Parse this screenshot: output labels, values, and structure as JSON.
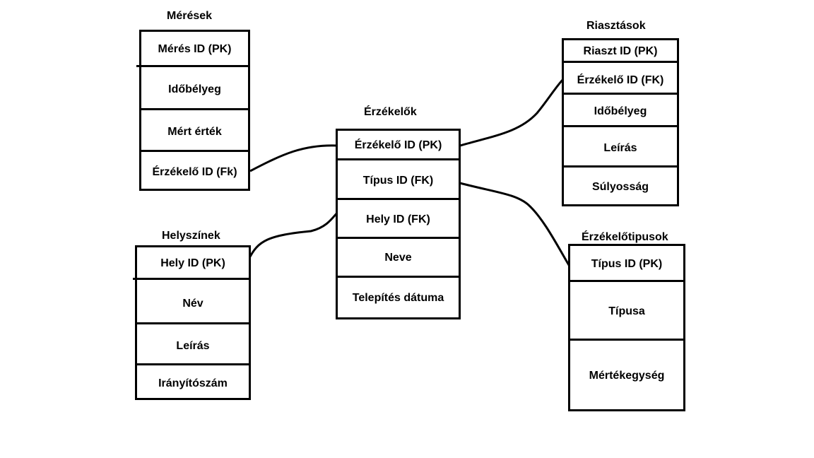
{
  "entities": {
    "meresek": {
      "title": "Mérések",
      "fields": [
        "Mérés ID (PK)",
        "Időbélyeg",
        "Mért érték",
        "Érzékelő ID (Fk)"
      ]
    },
    "helyszinek": {
      "title": "Helyszínek",
      "fields": [
        "Hely ID (PK)",
        "Név",
        "Leírás",
        "Irányítószám"
      ]
    },
    "erzekelok": {
      "title": "Érzékelők",
      "fields": [
        "Érzékelő ID (PK)",
        "Típus ID (FK)",
        "Hely ID (FK)",
        "Neve",
        "Telepítés dátuma"
      ]
    },
    "riasztasok": {
      "title": "Riasztások",
      "fields": [
        "Riaszt ID (PK)",
        "Érzékelő ID (FK)",
        "Időbélyeg",
        "Leírás",
        "Súlyosság"
      ]
    },
    "erzekelotipusok": {
      "title": "Érzékelőtipusok",
      "fields": [
        "Típus ID (PK)",
        "Típusa",
        "Mértékegység"
      ]
    }
  }
}
